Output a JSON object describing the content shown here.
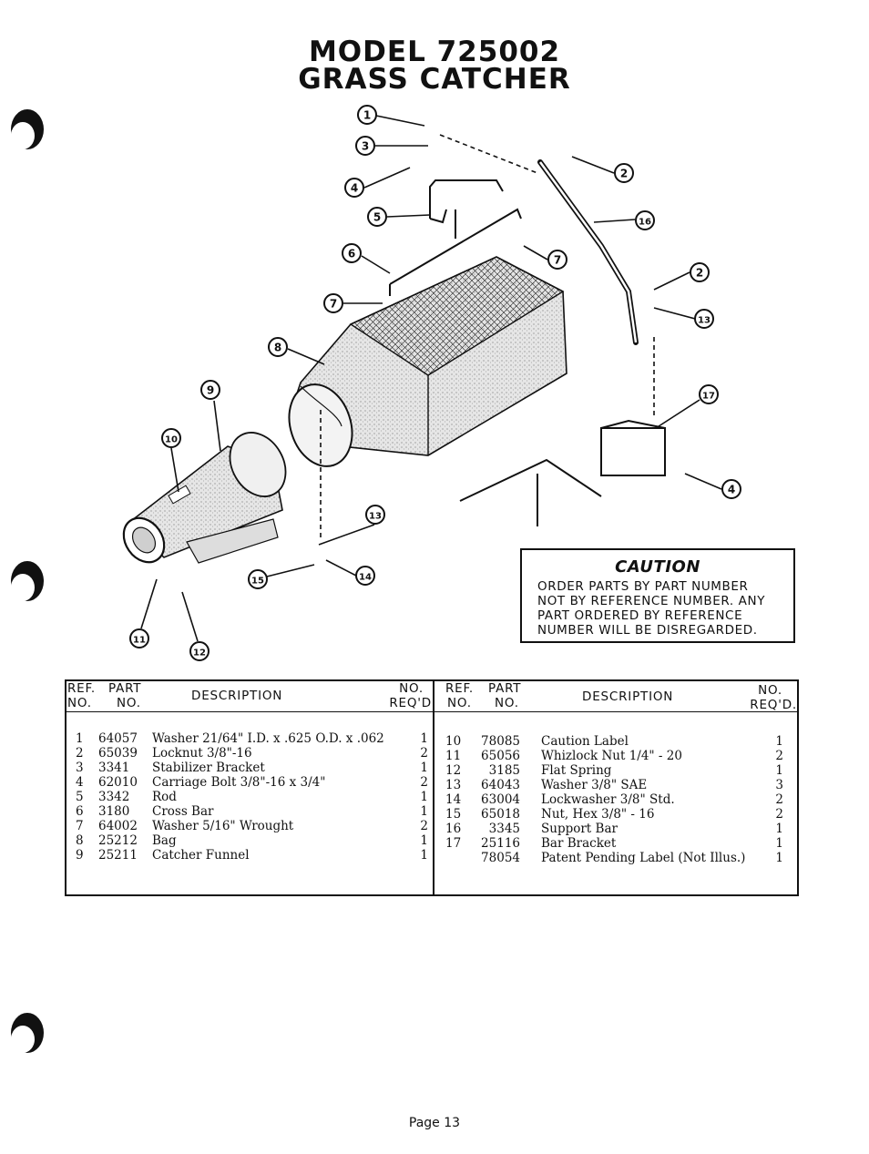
{
  "title_line1": "MODEL 725002",
  "title_line2": "GRASS CATCHER",
  "callouts": [
    "1",
    "3",
    "4",
    "5",
    "6",
    "7",
    "8",
    "9",
    "10",
    "11",
    "12",
    "13",
    "15",
    "14",
    "2",
    "16",
    "2",
    "13",
    "17",
    "4",
    "7"
  ],
  "caution": {
    "title": "CAUTION",
    "lines": [
      "ORDER PARTS BY PART NUMBER",
      "NOT BY REFERENCE NUMBER. ANY",
      "PART ORDERED BY REFERENCE",
      "NUMBER WILL BE DISREGARDED."
    ]
  },
  "table": {
    "headers": {
      "ref_no_line1": "REF.",
      "ref_no_line2": "NO.",
      "part_no_line1": "PART",
      "part_no_line2": "NO.",
      "description": "DESCRIPTION",
      "qty_line1": "NO.",
      "qty_line2_left": "REQ'D",
      "qty_line2_right": "REQ'D."
    },
    "left_rows": [
      {
        "ref": "1",
        "part": "64057",
        "desc": "Washer 21/64\" I.D. x .625 O.D. x .062",
        "qty": "1"
      },
      {
        "ref": "2",
        "part": "65039",
        "desc": "Locknut 3/8\"-16",
        "qty": "2"
      },
      {
        "ref": "3",
        "part": "3341",
        "desc": "Stabilizer Bracket",
        "qty": "1"
      },
      {
        "ref": "4",
        "part": "62010",
        "desc": "Carriage Bolt 3/8\"-16 x 3/4\"",
        "qty": "2"
      },
      {
        "ref": "5",
        "part": "3342",
        "desc": "Rod",
        "qty": "1"
      },
      {
        "ref": "6",
        "part": "3180",
        "desc": "Cross Bar",
        "qty": "1"
      },
      {
        "ref": "7",
        "part": "64002",
        "desc": "Washer 5/16\" Wrought",
        "qty": "2"
      },
      {
        "ref": "8",
        "part": "25212",
        "desc": "Bag",
        "qty": "1"
      },
      {
        "ref": "9",
        "part": "25211",
        "desc": "Catcher Funnel",
        "qty": "1"
      }
    ],
    "right_rows": [
      {
        "ref": "10",
        "part": "78085",
        "desc": "Caution Label",
        "qty": "1"
      },
      {
        "ref": "11",
        "part": "65056",
        "desc": "Whizlock Nut 1/4\" - 20",
        "qty": "2"
      },
      {
        "ref": "12",
        "part": "3185",
        "desc": "Flat Spring",
        "qty": "1"
      },
      {
        "ref": "13",
        "part": "64043",
        "desc": "Washer 3/8\" SAE",
        "qty": "3"
      },
      {
        "ref": "14",
        "part": "63004",
        "desc": "Lockwasher 3/8\" Std.",
        "qty": "2"
      },
      {
        "ref": "15",
        "part": "65018",
        "desc": "Nut, Hex 3/8\" - 16",
        "qty": "2"
      },
      {
        "ref": "16",
        "part": "3345",
        "desc": "Support Bar",
        "qty": "1"
      },
      {
        "ref": "17",
        "part": "25116",
        "desc": "Bar Bracket",
        "qty": "1"
      },
      {
        "ref": "",
        "part": "78054",
        "desc": "Patent Pending Label (Not Illus.)",
        "qty": "1"
      }
    ]
  },
  "page_label": "Page 13"
}
